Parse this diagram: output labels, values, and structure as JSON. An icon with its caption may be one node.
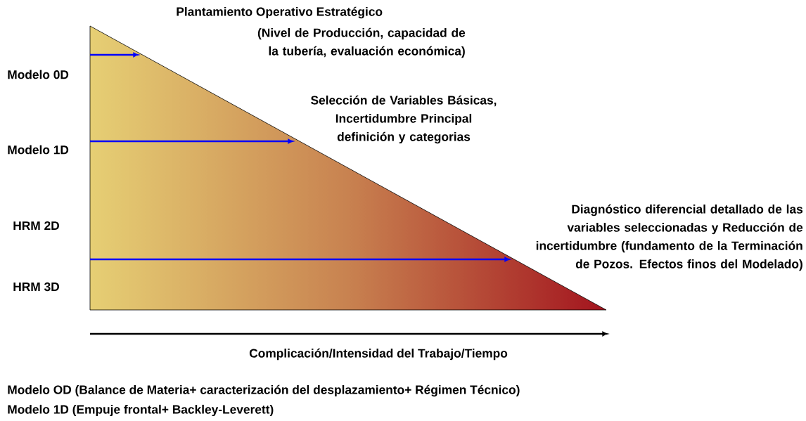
{
  "diagram": {
    "labels": [
      "Plantamiento Operativo Estratégico",
      "(Nivel de Producción, capacidad de la tubería, evaluación económica)",
      "Modelo 0D",
      "Selección de Variables Básicas, Incertidumbre Principal definición y categorias",
      "Modelo 1D",
      "HRM 2D",
      "Diagnóstico diferencial detallado de las variables seleccionadas y Reducción de incertidumbre (fundamento de la Terminación de Pozos. Efectos finos del Modelado)",
      "HRM 3D",
      "Complicación/Intensidad del Trabajo/Tiempo",
      "Modelo OD (Balance de Materia+ caracterización del desplazamiento+ Régimen Técnico)",
      "Modelo 1D (Empuje frontal+ Backley-Leverett)"
    ]
  }
}
